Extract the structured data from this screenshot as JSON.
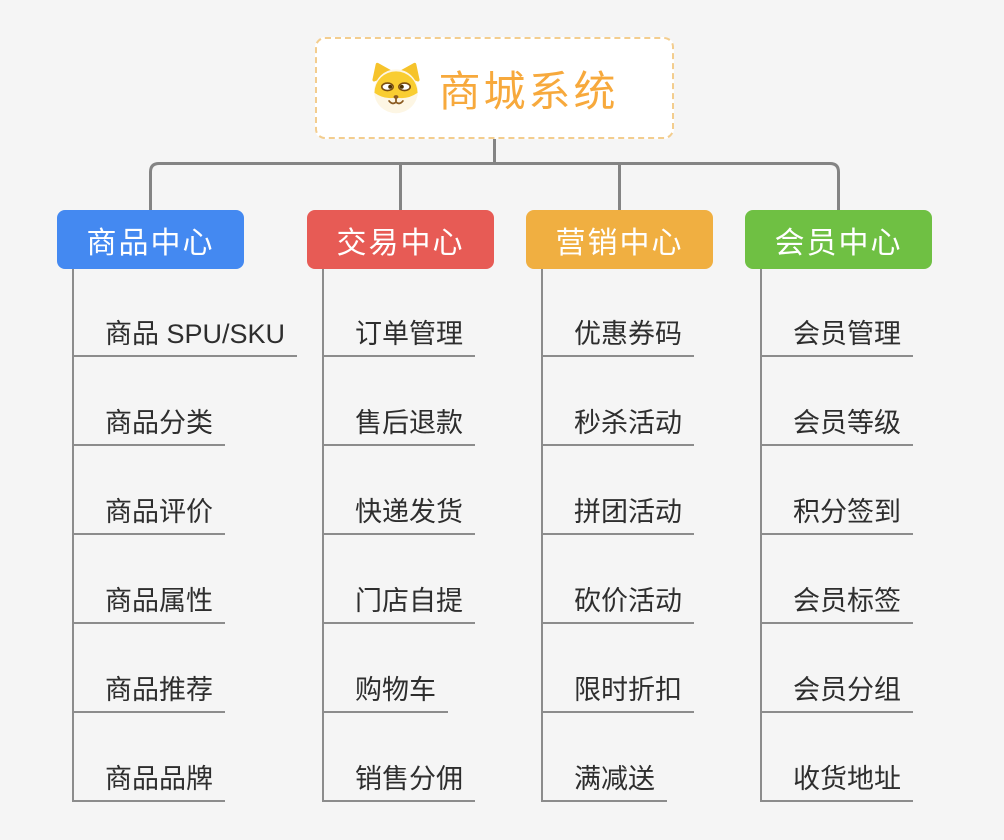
{
  "root": {
    "title": "商城系统",
    "icon": "dog-face-icon",
    "accent_color": "#f7a93c",
    "border_color": "#f3cd8e"
  },
  "branches": [
    {
      "label": "商品中心",
      "color": "#4489f1",
      "children": [
        "商品 SPU/SKU",
        "商品分类",
        "商品评价",
        "商品属性",
        "商品推荐",
        "商品品牌"
      ]
    },
    {
      "label": "交易中心",
      "color": "#e75b55",
      "children": [
        "订单管理",
        "售后退款",
        "快递发货",
        "门店自提",
        "购物车",
        "销售分佣"
      ]
    },
    {
      "label": "营销中心",
      "color": "#f0af41",
      "children": [
        "优惠券码",
        "秒杀活动",
        "拼团活动",
        "砍价活动",
        "限时折扣",
        "满减送"
      ]
    },
    {
      "label": "会员中心",
      "color": "#6fc043",
      "children": [
        "会员管理",
        "会员等级",
        "积分签到",
        "会员标签",
        "会员分组",
        "收货地址"
      ]
    }
  ],
  "connector_color": "#848484"
}
